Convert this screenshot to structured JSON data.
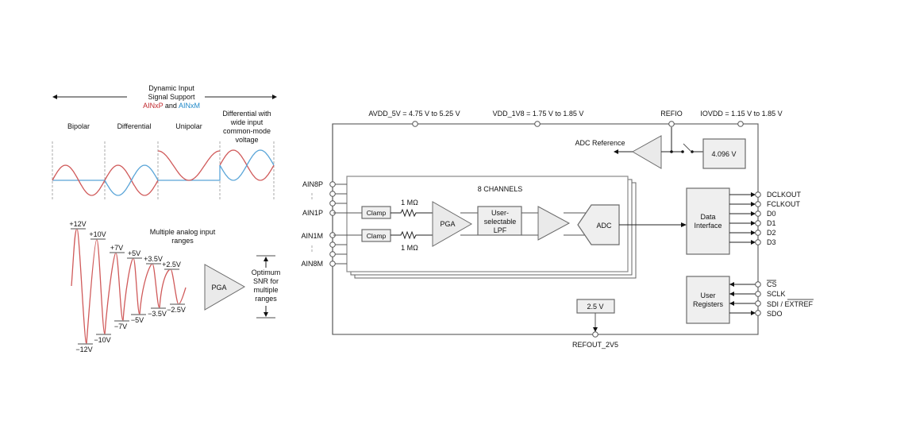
{
  "left_panel": {
    "title_lines": [
      "Dynamic Input",
      "Signal Support"
    ],
    "signal_p": "AINxP",
    "and_text": " and ",
    "signal_m": "AINxM",
    "signal_p_color": "#c0282d",
    "signal_m_color": "#1e88c8",
    "modes": [
      {
        "label": [
          "Bipolar"
        ]
      },
      {
        "label": [
          "Differential"
        ]
      },
      {
        "label": [
          "Unipolar"
        ]
      },
      {
        "label": [
          "Differential with",
          "wide input",
          "common-mode",
          "voltage"
        ]
      }
    ],
    "ranges_title": [
      "Multiple analog input",
      "ranges"
    ],
    "ranges": [
      {
        "pos": "+12V",
        "neg": "−12V"
      },
      {
        "pos": "+10V",
        "neg": "−10V"
      },
      {
        "pos": "+7V",
        "neg": "−7V"
      },
      {
        "pos": "+5V",
        "neg": "−5V"
      },
      {
        "pos": "+3.5V",
        "neg": "−3.5V"
      },
      {
        "pos": "+2.5V",
        "neg": "−2.5V"
      }
    ],
    "pga_label": "PGA",
    "snr_lines": [
      "Optimum",
      "SNR for",
      "multiple",
      "ranges"
    ]
  },
  "block": {
    "supplies": {
      "avdd": "AVDD_5V = 4.75 V to 5.25 V",
      "vdd": "VDD_1V8 = 1.75 V to 1.85 V",
      "refio": "REFIO",
      "iovdd": "IOVDD = 1.15 V to 1.85 V"
    },
    "adc_reference": "ADC Reference",
    "ref_voltage": "4.096 V",
    "channels_label": "8 CHANNELS",
    "inputs_p": [
      "AIN8P",
      "AIN1P"
    ],
    "inputs_m": [
      "AIN1M",
      "AIN8M"
    ],
    "clamp": "Clamp",
    "resistor": "1 MΩ",
    "pga": "PGA",
    "lpf": [
      "User-",
      "selectable",
      "LPF"
    ],
    "adc": "ADC",
    "data_interface": [
      "Data",
      "Interface"
    ],
    "data_outputs": [
      "DCLKOUT",
      "FCLKOUT",
      "D0",
      "D1",
      "D2",
      "D3"
    ],
    "user_registers": [
      "User",
      "Registers"
    ],
    "serial": {
      "cs": "CS",
      "sclk": "SCLK",
      "sdi": "SDI / ",
      "extref": "EXTREF",
      "sdo": "SDO"
    },
    "refout_voltage": "2.5 V",
    "refout": "REFOUT_2V5"
  }
}
